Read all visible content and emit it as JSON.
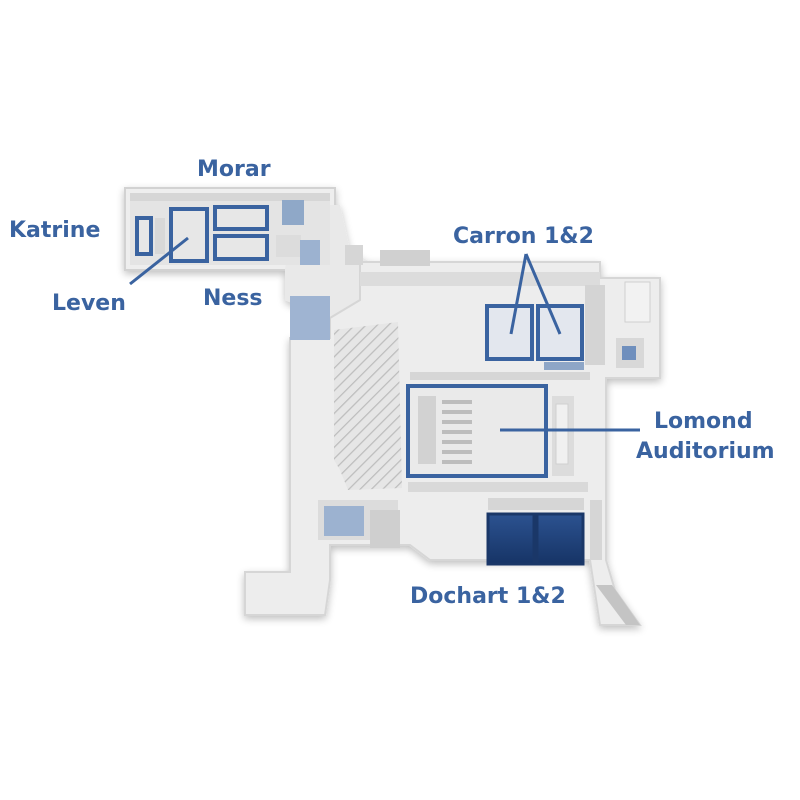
{
  "map": {
    "accent_color": "#3a63a0",
    "room_fill_dark": "#1f3f74",
    "floor_color": "#ececec",
    "wall_color": "#cfcfcf",
    "rooms": {
      "morar": "Morar",
      "katrine": "Katrine",
      "leven": "Leven",
      "ness": "Ness",
      "carron": "Carron 1&2",
      "lomond_line1": "Lomond",
      "lomond_line2": "Auditorium",
      "dochart": "Dochart 1&2"
    }
  }
}
